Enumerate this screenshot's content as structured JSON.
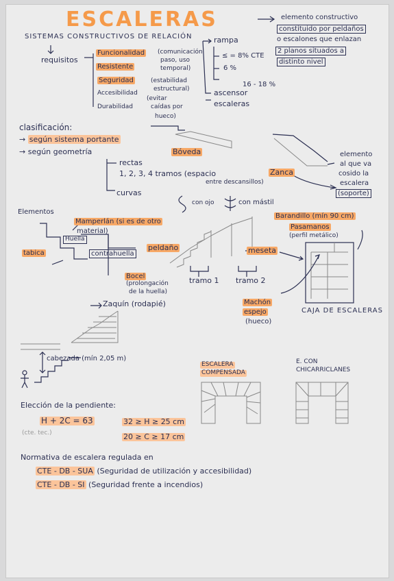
{
  "title": "ESCALERAS",
  "definition": [
    "elemento constructivo",
    "constituido por peldaños",
    "o escalones que enlazan",
    "2 planos situados a",
    "distinto nivel"
  ],
  "systems": {
    "heading": "SISTEMAS CONSTRUCTIVOS DE RELACIÓN",
    "ramp": "rampa",
    "ramp_values": [
      "≤ = 8% CTE",
      "6 %",
      "16 - 18 %"
    ],
    "lift": "ascensor",
    "stairs": "escaleras"
  },
  "requirements": {
    "label": "requisitos",
    "items": [
      "Funcionalidad",
      "Resistente",
      "Seguridad",
      "Accesibilidad",
      "Durabilidad"
    ],
    "notes": [
      "(comunicación",
      "paso, uso",
      "temporal)",
      "(estabilidad",
      "estructural)",
      "(evitar",
      "caídas por",
      "hueco)"
    ]
  },
  "classification": {
    "heading": "clasificación:",
    "by_system": "según sistema portante",
    "by_geometry": "según geometría",
    "straight": "rectas",
    "flights": "1, 2, 3, 4 tramos (espacio",
    "flights_2": "entre descansillos)",
    "curved": "curvas",
    "with_core": "con ojo",
    "with_newel": "con mástil",
    "vault": "Bóveda",
    "zanca": "Zanca",
    "zanca_note": [
      "elemento",
      "al que va",
      "cosido la",
      "escalera",
      "(soporte)"
    ]
  },
  "elements": {
    "heading": "Elementos",
    "mamperlan": [
      "Mamperlán (si es de otro",
      "material)"
    ],
    "huella": "Huella",
    "tabica": "tabica",
    "contrahuella": "contrahuella",
    "peldano": "peldaño",
    "bocel": "Bocel",
    "bocel_note": [
      "(prolongación",
      "de la huella)"
    ],
    "zaquin": "Zaquín (rodapié)",
    "barandilla": "Barandillo (mín 90 cm)",
    "pasamanos": "Pasamanos",
    "pasamanos_note": "(perfil metálico)",
    "meseta": "meseta",
    "tramo1": "tramo 1",
    "tramo2": "tramo 2",
    "machon": [
      "Machón",
      "espejo",
      "(hueco)"
    ],
    "caja": "CAJA DE ESCALERAS",
    "cabezada": "cabezada (mín 2,05 m)"
  },
  "types": {
    "compensada": [
      "ESCALERA",
      "COMPENSADA"
    ],
    "chicarreclanes": [
      "E. CON",
      "CHICARRICLANES"
    ]
  },
  "slope": {
    "heading": "Elección de la pendiente:",
    "formula": "H + 2C = 63",
    "note": "(cte. tec.)",
    "rule1": "32 ≥ H ≥ 25 cm",
    "rule2": "20 ≥ C ≥ 17 cm"
  },
  "norms": {
    "heading": "Normativa de escalera regulada en",
    "line1_code": "CTE - DB - SUA",
    "line1_text": "(Seguridad de utilización y accesibilidad)",
    "line2_code": "CTE - DB - SI",
    "line2_text": "(Seguridad frente a incendios)"
  }
}
